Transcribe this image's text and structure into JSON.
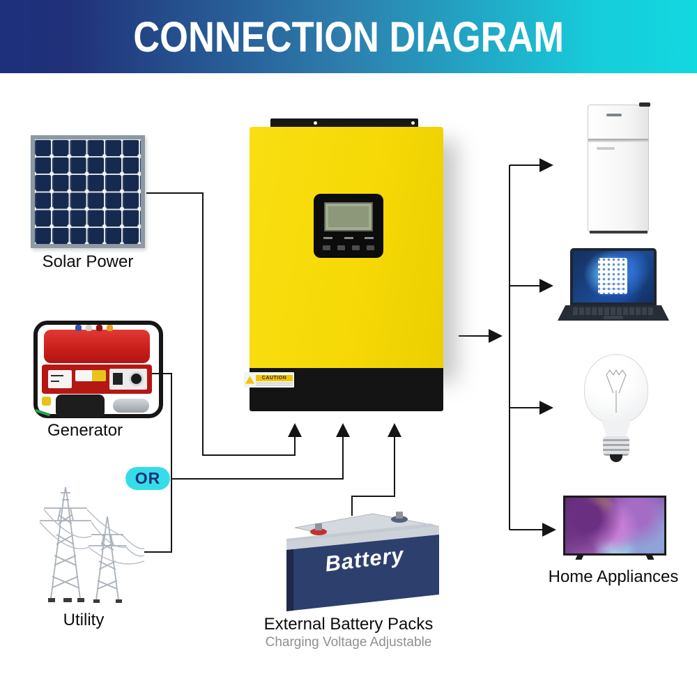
{
  "header": {
    "title": "CONNECTION DIAGRAM",
    "gradient_left": "#1e2f7d",
    "gradient_right": "#12d8e0",
    "text_color": "#ffffff"
  },
  "nodes": {
    "solar": {
      "label": "Solar Power",
      "cell_color": "#16294f",
      "frame_color": "#8d99a4"
    },
    "generator": {
      "label": "Generator",
      "body_color": "#cb1f1c"
    },
    "or_badge": {
      "label": "OR",
      "bg": "#35dde8",
      "fg": "#1d2f7c"
    },
    "utility": {
      "label": "Utility",
      "tower_color": "#a9b1b9"
    },
    "inverter": {
      "caution_label": "CAUTION",
      "body_color": "#f6d906",
      "bottom_color": "#141414"
    },
    "battery": {
      "face_label": "Battery",
      "label": "External Battery Packs",
      "sublabel": "Charging Voltage Adjustable",
      "body_color": "#2d3f6c"
    },
    "appliances": {
      "label": "Home Appliances",
      "items": [
        "refrigerator",
        "laptop",
        "light bulb",
        "television"
      ]
    }
  },
  "connections": [
    "solar-power to inverter",
    "generator or utility to inverter",
    "inverter to external battery packs",
    "inverter to home appliances"
  ]
}
